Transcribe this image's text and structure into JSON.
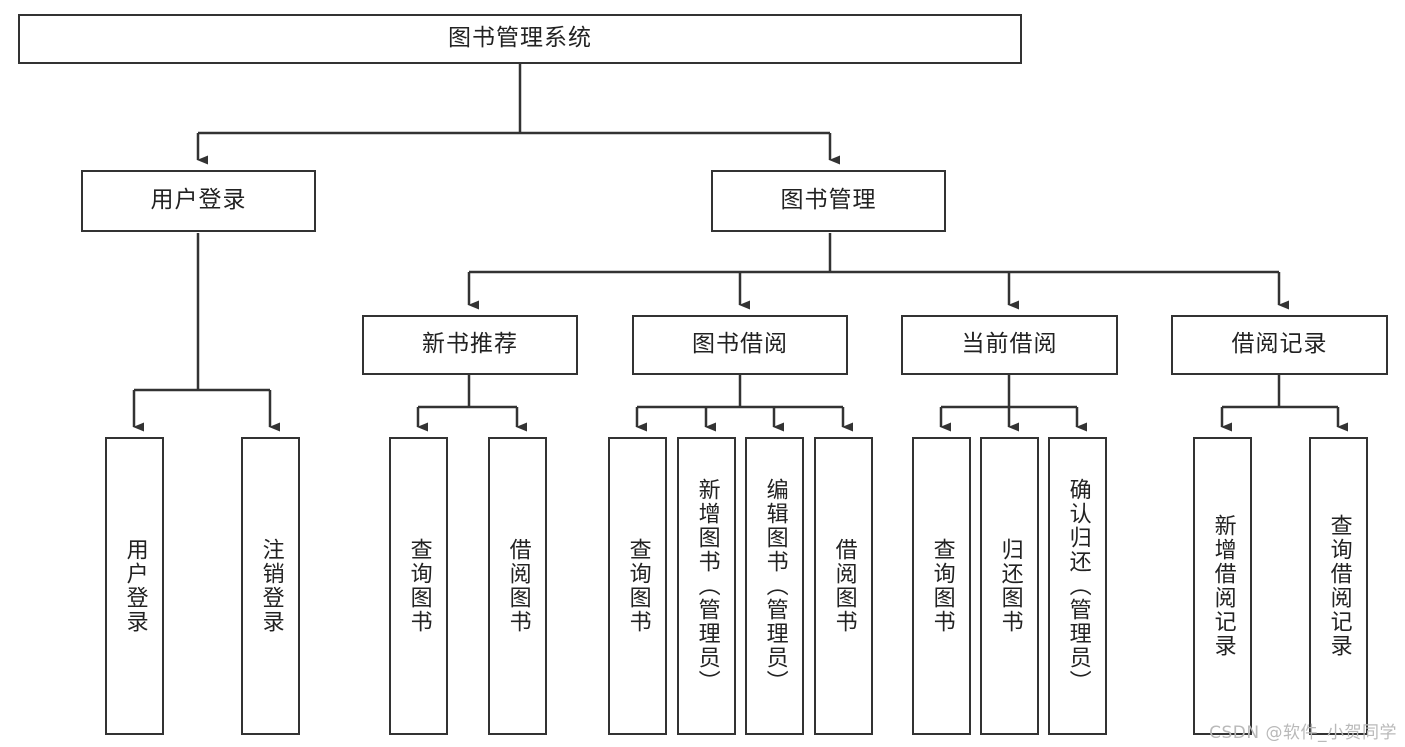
{
  "diagram": {
    "type": "tree-hierarchy-chart",
    "title": "图书管理系统",
    "line_color": "#333333",
    "box_fill": "#ffffff",
    "text_color": "#222222",
    "watermark": "CSDN @软件_小贺同学"
  },
  "root": {
    "label": "图书管理系统"
  },
  "level2": [
    {
      "label": "用户登录"
    },
    {
      "label": "图书管理"
    }
  ],
  "level3": [
    {
      "label": "新书推荐"
    },
    {
      "label": "图书借阅"
    },
    {
      "label": "当前借阅"
    },
    {
      "label": "借阅记录"
    }
  ],
  "leaves": {
    "user_login": [
      {
        "label": "用户登录"
      },
      {
        "label": "注销登录"
      }
    ],
    "new_book_recommend": [
      {
        "label": "查询图书"
      },
      {
        "label": "借阅图书"
      }
    ],
    "book_borrow": [
      {
        "label": "查询图书"
      },
      {
        "label": "新增图书（管理员）"
      },
      {
        "label": "编辑图书（管理员）"
      },
      {
        "label": "借阅图书"
      }
    ],
    "current_borrow": [
      {
        "label": "查询图书"
      },
      {
        "label": "归还图书"
      },
      {
        "label": "确认归还（管理员）"
      }
    ],
    "borrow_record": [
      {
        "label": "新增借阅记录"
      },
      {
        "label": "查询借阅记录"
      }
    ]
  }
}
